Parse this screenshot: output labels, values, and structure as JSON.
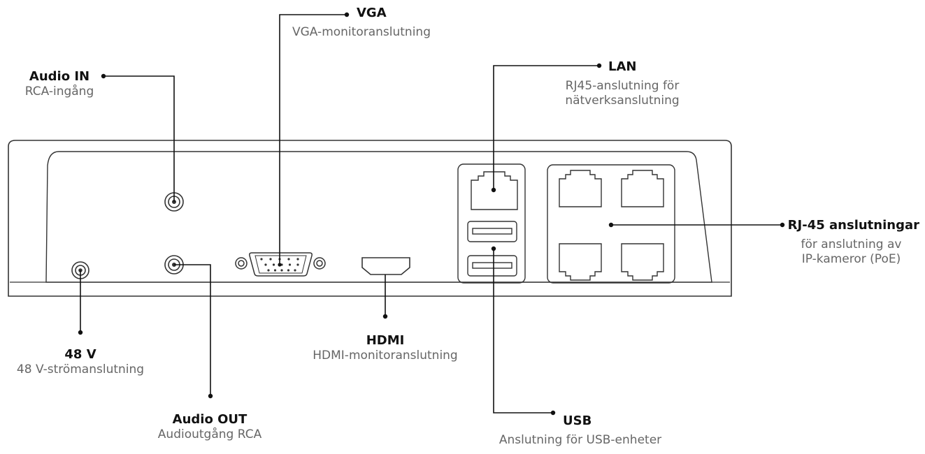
{
  "colors": {
    "line": "#111111",
    "device_outline": "#333333",
    "title_text": "#111111",
    "subtitle_text": "#666666",
    "background": "#ffffff"
  },
  "callouts": {
    "vga": {
      "title": "VGA",
      "subtitle": "VGA-monitoranslutning"
    },
    "audio_in": {
      "title": "Audio IN",
      "subtitle": "RCA-ingång"
    },
    "lan": {
      "title": "LAN",
      "subtitle_line1": "RJ45-anslutning för",
      "subtitle_line2": "nätverksanslutning"
    },
    "rj45": {
      "title": "RJ-45 anslutningar",
      "subtitle_line1": "för anslutning av",
      "subtitle_line2": "IP-kameror (PoE)"
    },
    "power": {
      "title": "48 V",
      "subtitle": "48 V-strömanslutning"
    },
    "hdmi": {
      "title": "HDMI",
      "subtitle": "HDMI-monitoranslutning"
    },
    "audio_out": {
      "title": "Audio OUT",
      "subtitle": "Audioutgång RCA"
    },
    "usb": {
      "title": "USB",
      "subtitle": "Anslutning för USB-enheter"
    }
  },
  "icons": [
    "rca-jack-icon",
    "vga-port-icon",
    "hdmi-port-icon",
    "rj45-port-icon",
    "usb-port-icon",
    "dc-power-jack-icon"
  ]
}
